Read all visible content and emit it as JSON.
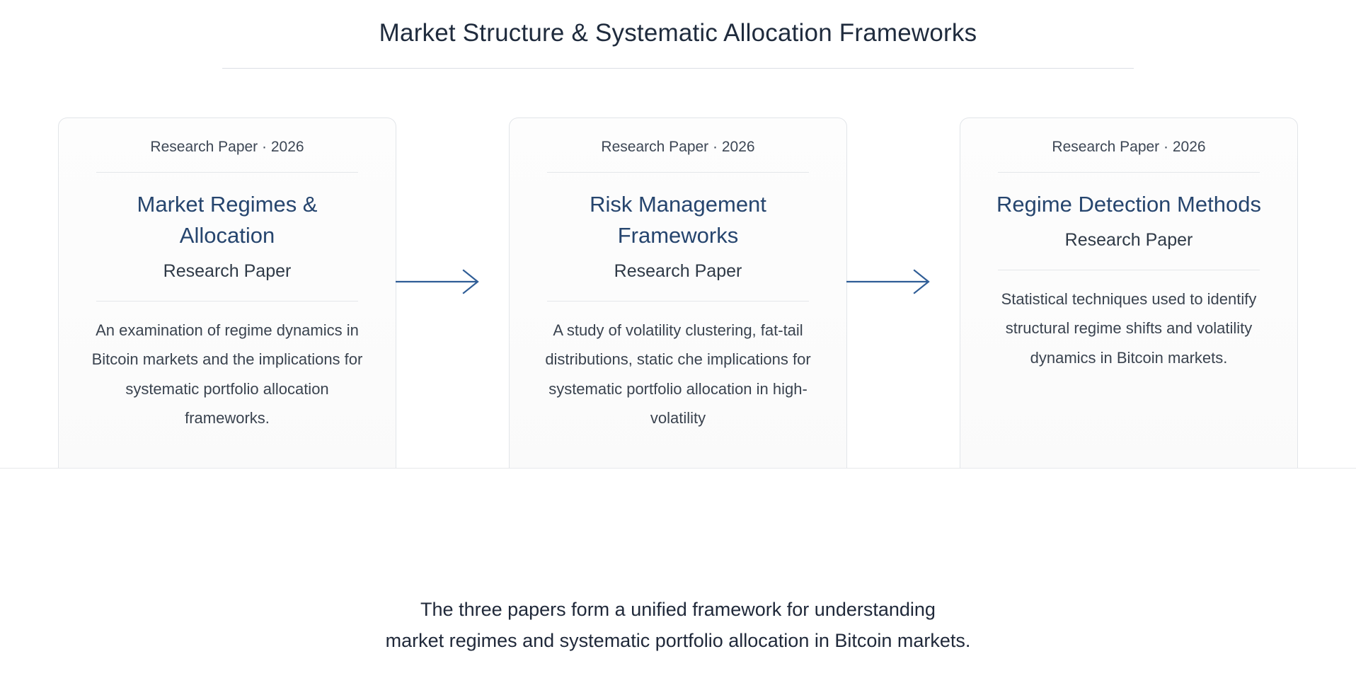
{
  "header": {
    "title": "Market Structure & Systematic Allocation Frameworks"
  },
  "colors": {
    "card_title": "#26456e",
    "arrow": "#2f5d96",
    "body_text": "#3a434f",
    "divider": "#e4e7ea",
    "background": "#ffffff"
  },
  "cards": [
    {
      "eyebrow": "Research Paper · 2026",
      "title": "Market Regimes & Allocation",
      "subtitle": "Research Paper",
      "description": "An examination of regime dynamics in Bitcoin markets and the implications for systematic portfolio allocation frameworks."
    },
    {
      "eyebrow": "Research Paper · 2026",
      "title": "Risk Management Frameworks",
      "subtitle": "Research Paper",
      "description": "A study of volatility clustering, fat-tail distributions, static che implications for systematic portfolio allocation in high-volatility"
    },
    {
      "eyebrow": "Research Paper · 2026",
      "title": "Regime Detection Methods",
      "subtitle": "Research Paper",
      "description": "Statistical techniques used to identify structural regime shifts and volatility dynamics in Bitcoin markets."
    }
  ],
  "connectors": [
    {
      "name": "arrow-right-icon"
    },
    {
      "name": "arrow-right-icon"
    }
  ],
  "footer": {
    "line1": "The three papers form a unified framework for understanding",
    "line2": "market regimes and systematic portfolio allocation in Bitcoin markets."
  }
}
